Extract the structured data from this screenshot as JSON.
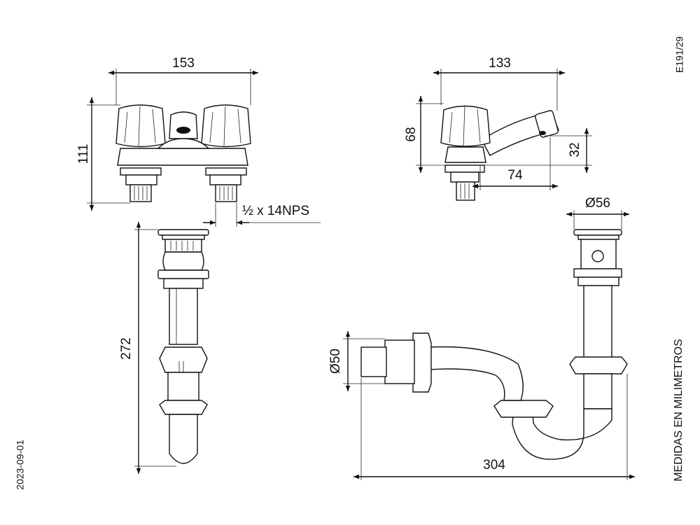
{
  "drawing_code": "E191/29",
  "date": "2023-09-01",
  "note": "MEDIDAS EN MILIMETROS",
  "dimensions": {
    "faucet_width": "153",
    "faucet_height": "111",
    "thread": "½ x 14NPS",
    "side_length": "133",
    "side_height": "68",
    "spout_height": "32",
    "spout_reach": "74",
    "drain_height": "272",
    "drain_diameter": "Ø56",
    "outlet_diameter": "Ø50",
    "trap_length": "304"
  }
}
